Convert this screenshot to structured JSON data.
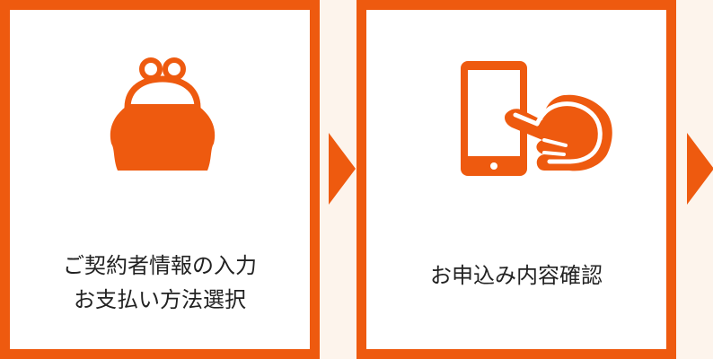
{
  "colors": {
    "accent": "#EE5A0F",
    "background": "#FDF4EC",
    "card_background": "#FFFFFF",
    "text": "#222222"
  },
  "steps": [
    {
      "icon": "coin-purse-icon",
      "lines": [
        "ご契約者情報の入力",
        "お支払い方法選択"
      ]
    },
    {
      "icon": "smartphone-tap-icon",
      "lines": [
        "お申込み内容確認"
      ]
    }
  ]
}
